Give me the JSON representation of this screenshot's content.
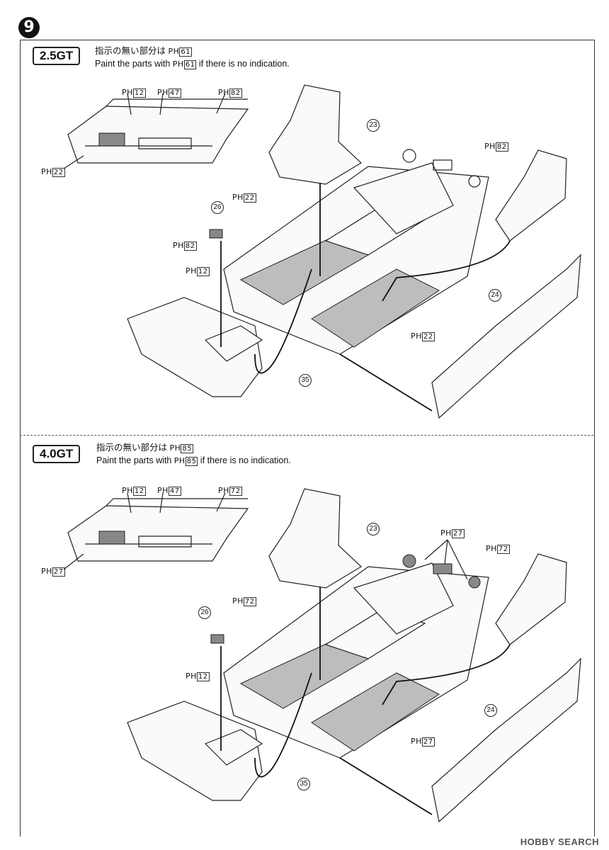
{
  "step_number": "9",
  "sections": [
    {
      "variant": "2.5GT",
      "note_jp_prefix": "指示の無い部分は",
      "note_jp_code": "61",
      "note_en_prefix": "Paint the parts with",
      "note_en_code": "61",
      "note_en_suffix": "if there is no indication.",
      "paint_labels": [
        {
          "code": "12"
        },
        {
          "code": "47"
        },
        {
          "code": "82"
        },
        {
          "code": "22"
        },
        {
          "code": "22"
        },
        {
          "code": "82"
        },
        {
          "code": "12"
        },
        {
          "code": "82"
        },
        {
          "code": "22"
        }
      ],
      "part_numbers": [
        "23",
        "26",
        "24",
        "35"
      ]
    },
    {
      "variant": "4.0GT",
      "note_jp_prefix": "指示の無い部分は",
      "note_jp_code": "85",
      "note_en_prefix": "Paint the parts with",
      "note_en_code": "85",
      "note_en_suffix": "if there is no indication.",
      "paint_labels": [
        {
          "code": "12"
        },
        {
          "code": "47"
        },
        {
          "code": "72"
        },
        {
          "code": "27"
        },
        {
          "code": "72"
        },
        {
          "code": "12"
        },
        {
          "code": "27"
        },
        {
          "code": "72"
        },
        {
          "code": "27"
        }
      ],
      "part_numbers": [
        "23",
        "26",
        "24",
        "35"
      ]
    }
  ],
  "paint_prefix": "PH",
  "watermark": "HOBBY SEARCH"
}
